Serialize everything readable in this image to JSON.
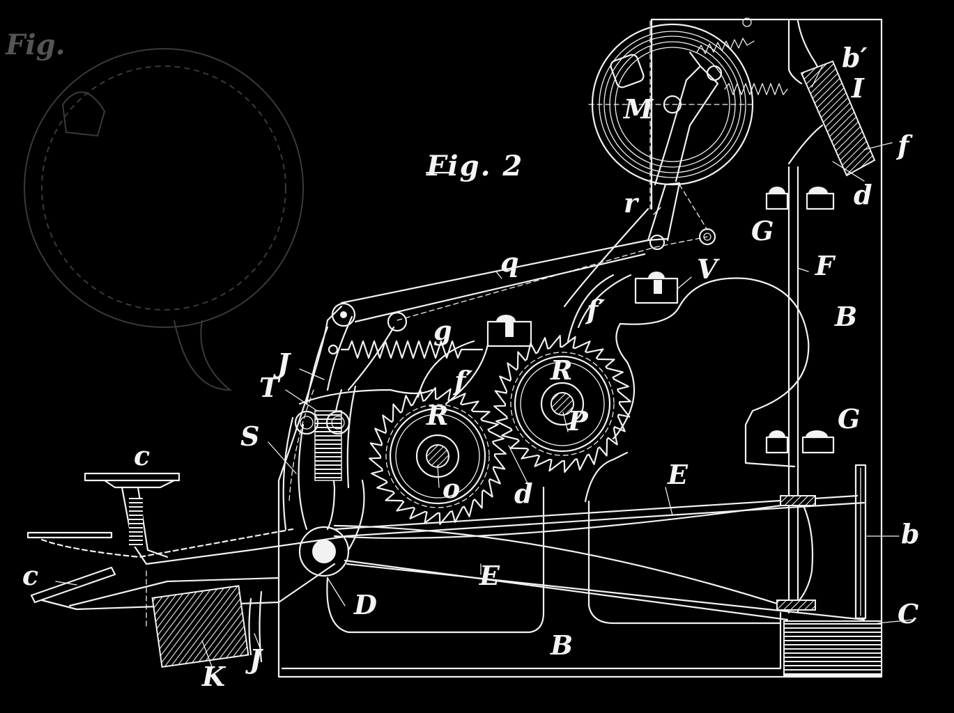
{
  "figure": {
    "title": "Fig. 2",
    "ghost_title": "Fig."
  },
  "labels": {
    "b_prime": "b′",
    "I": "I",
    "f": "f",
    "d_upper": "d",
    "M": "M",
    "r": "r",
    "G_upper": "G",
    "q": "q",
    "V": "V",
    "F": "F",
    "B_right": "B",
    "g": "g",
    "f_prime_right": "f′",
    "J_upper": "J",
    "T": "T",
    "f_prime_left": "f′",
    "R_right": "R",
    "P": "P",
    "S": "S",
    "R_left": "R",
    "G_lower": "G",
    "O": "o",
    "c_upper": "c",
    "d_lower": "d",
    "E_upper": "E",
    "b": "b",
    "c_lower": "c",
    "E_lower": "E",
    "D": "D",
    "C": "C",
    "J_lower": "J",
    "B_bottom": "B",
    "K": "K"
  },
  "colors": {
    "background": "#000000",
    "ink": "#f2f2f2"
  }
}
